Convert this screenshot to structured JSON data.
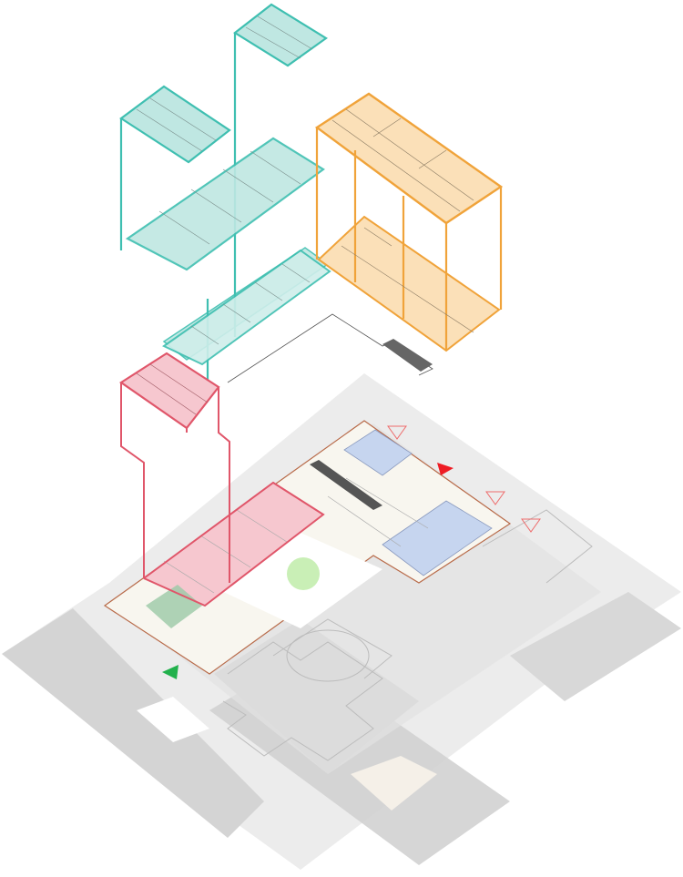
{
  "diagram": {
    "kind": "exploded-axonometric-floor-plans",
    "text_labels": [],
    "colors": {
      "teal": "#3fbfb1",
      "teal_fill": "#bfe7e2",
      "orange": "#f0a33a",
      "orange_fill": "#fbe0b8",
      "red": "#e0566a",
      "red_fill": "#f6c7cf",
      "blue_fill": "#c6d5ef",
      "green_tree": "#c9efb6",
      "site_gray": "#e9e9e9",
      "road_gray": "#d2d2d2"
    },
    "markers": [
      {
        "name": "entry-marker-green",
        "color": "#22b14c",
        "kind": "filled-triangle"
      },
      {
        "name": "entry-marker-red",
        "color": "#ee1c24",
        "kind": "filled-triangle"
      },
      {
        "name": "access-marker-1",
        "color": "#ee6b6b",
        "kind": "outline-triangle"
      },
      {
        "name": "access-marker-2",
        "color": "#ee6b6b",
        "kind": "outline-triangle"
      },
      {
        "name": "access-marker-3",
        "color": "#ee6b6b",
        "kind": "outline-triangle"
      }
    ]
  }
}
